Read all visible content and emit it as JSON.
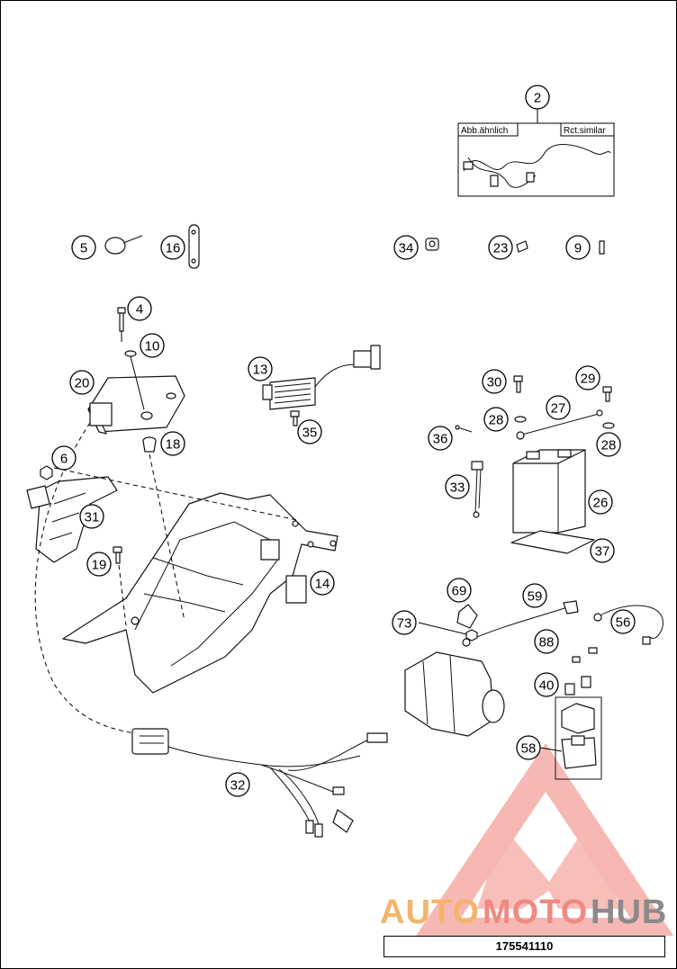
{
  "callouts": [
    "2",
    "5",
    "16",
    "34",
    "23",
    "9",
    "4",
    "10",
    "20",
    "13",
    "35",
    "30",
    "29",
    "27",
    "28",
    "28",
    "36",
    "18",
    "6",
    "31",
    "33",
    "26",
    "37",
    "19",
    "14",
    "69",
    "59",
    "73",
    "56",
    "88",
    "40",
    "58",
    "32"
  ],
  "harness_box": {
    "label_left": "Abb.ähnlich",
    "label_right": "Rct.similar"
  },
  "watermark": {
    "part1": "AUTO",
    "part2": "MOTO",
    "part3": "HUB",
    "color1": "#f4b46a",
    "color2": "#ef8a82",
    "color3": "#8a8a8a"
  },
  "code": "175541110"
}
